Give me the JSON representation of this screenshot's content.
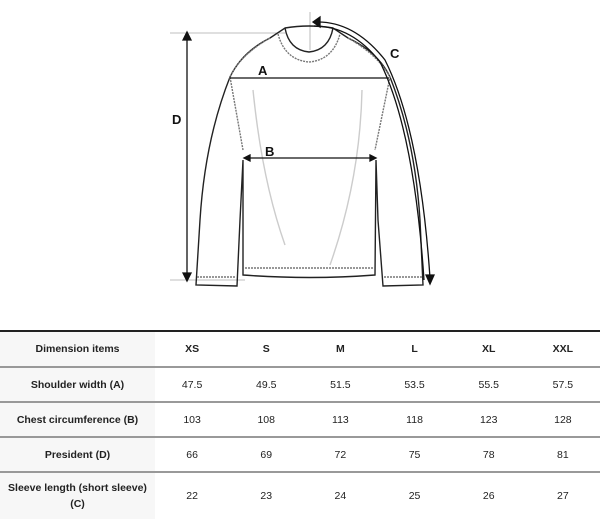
{
  "diagram": {
    "labels": {
      "a": "A",
      "b": "B",
      "c": "C",
      "d": "D"
    }
  },
  "table": {
    "header": [
      "Dimension items",
      "XS",
      "S",
      "M",
      "L",
      "XL",
      "XXL"
    ],
    "rows": [
      {
        "label": "Shoulder width (A)",
        "values": [
          "47.5",
          "49.5",
          "51.5",
          "53.5",
          "55.5",
          "57.5"
        ]
      },
      {
        "label": "Chest circumference (B)",
        "values": [
          "103",
          "108",
          "113",
          "118",
          "123",
          "128"
        ]
      },
      {
        "label": "President (D)",
        "values": [
          "66",
          "69",
          "72",
          "75",
          "78",
          "81"
        ]
      },
      {
        "label": "Sleeve length (short sleeve) (C)",
        "values": [
          "22",
          "23",
          "24",
          "25",
          "26",
          "27"
        ]
      }
    ]
  }
}
